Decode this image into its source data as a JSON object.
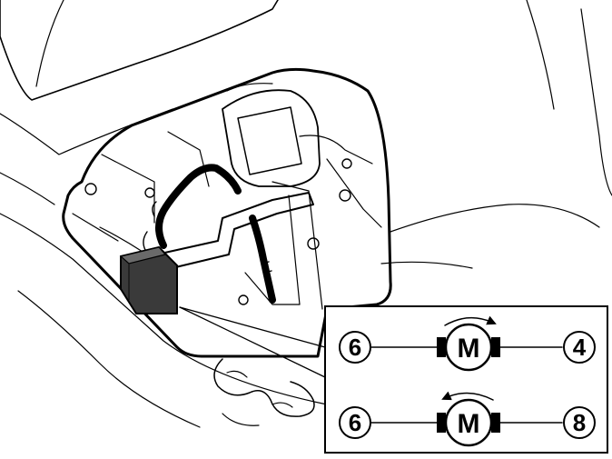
{
  "diagram": {
    "callout": {
      "rows": [
        {
          "left_pin": "6",
          "motor": "M",
          "right_pin": "4",
          "rotation": "clockwise"
        },
        {
          "left_pin": "6",
          "motor": "M",
          "right_pin": "8",
          "rotation": "counterclockwise"
        }
      ]
    },
    "colors": {
      "ink": "#000000",
      "paper": "#ffffff",
      "connector": "#3a3a3a"
    }
  }
}
